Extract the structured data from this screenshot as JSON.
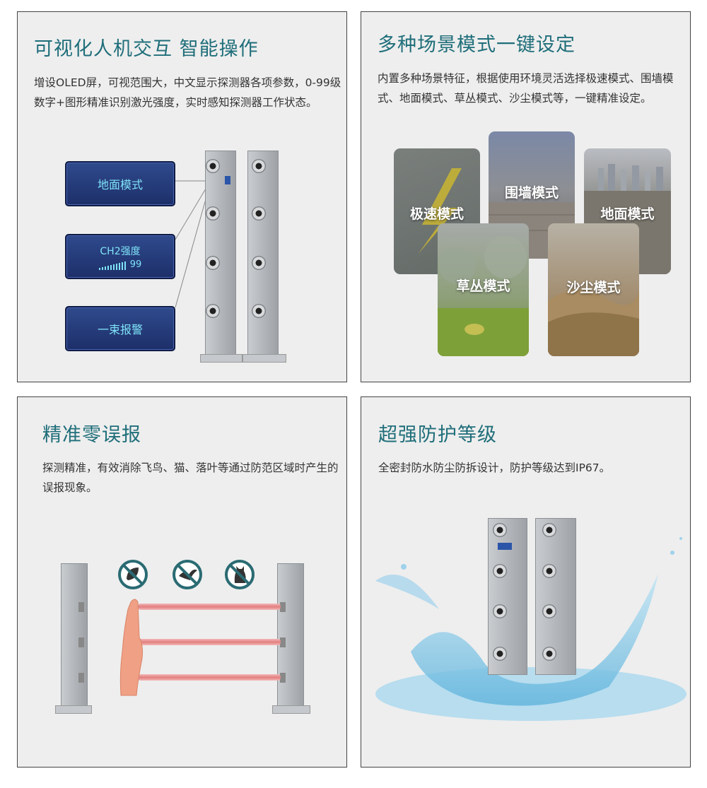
{
  "panels": {
    "hmi": {
      "title": "可视化人机交互 智能操作",
      "description": "增设OLED屏，可视范围大，中文显示探测器各项参数，0-99级数字+图形精准识别激光强度，实时感知探测器工作状态。",
      "oled_screens": {
        "mode": "地面模式",
        "channel_label": "CH2强度",
        "channel_value": "99",
        "signal_level": 0.99,
        "alarm": "一束报警"
      }
    },
    "scenes": {
      "title": "多种场景模式一键设定",
      "description": "内置多种场景特征，根据使用环境灵活选择极速模式、围墙模式、地面模式、草丛模式、沙尘模式等，一键精准设定。",
      "cards": [
        {
          "label": "极速模式",
          "icon": "lightning-icon"
        },
        {
          "label": "围墙模式",
          "icon": "wall-scene"
        },
        {
          "label": "地面模式",
          "icon": "ground-scene"
        },
        {
          "label": "草丛模式",
          "icon": "grass-scene"
        },
        {
          "label": "沙尘模式",
          "icon": "desert-scene"
        }
      ]
    },
    "zero_false": {
      "title": "精准零误报",
      "description": "探测精准，有效消除飞鸟、猫、落叶等通过防范区域时产生的误报现象。",
      "icons": [
        "no-leaf-icon",
        "no-bird-icon",
        "no-cat-icon"
      ]
    },
    "protection": {
      "title": "超强防护等级",
      "description": "全密封防水防尘防拆设计，防护等级达到IP67。"
    }
  },
  "colors": {
    "title": "#1f6e7a",
    "panel_bg": "#eeeeee",
    "oled_text": "#7fe3f8",
    "oled_bg": "#1d2f6a",
    "beam": "#e98a8a",
    "icon_ring": "#2a6b73"
  }
}
